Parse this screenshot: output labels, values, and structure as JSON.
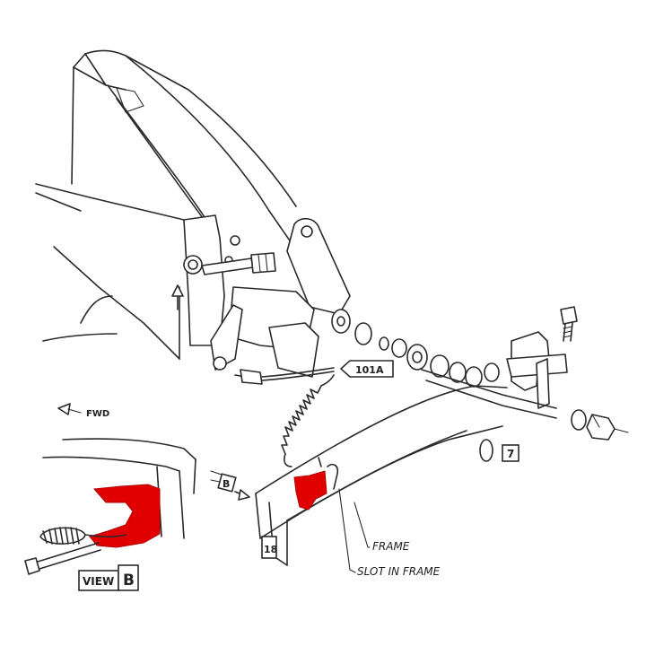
{
  "labels": {
    "fwd": "FWD",
    "ref_101a": "101A",
    "ref_7": "7",
    "ref_18": "18",
    "ref_b": "B",
    "frame": "FRAME",
    "slot_in_frame": "SLOT IN FRAME",
    "view": "VIEW",
    "view_letter": "B"
  },
  "colors": {
    "highlight": "#e00000",
    "line": "#2a2a2a"
  },
  "icons": {
    "fwd_arrow": "fwd-arrow-icon",
    "view_arrow": "view-direction-arrow-icon"
  }
}
